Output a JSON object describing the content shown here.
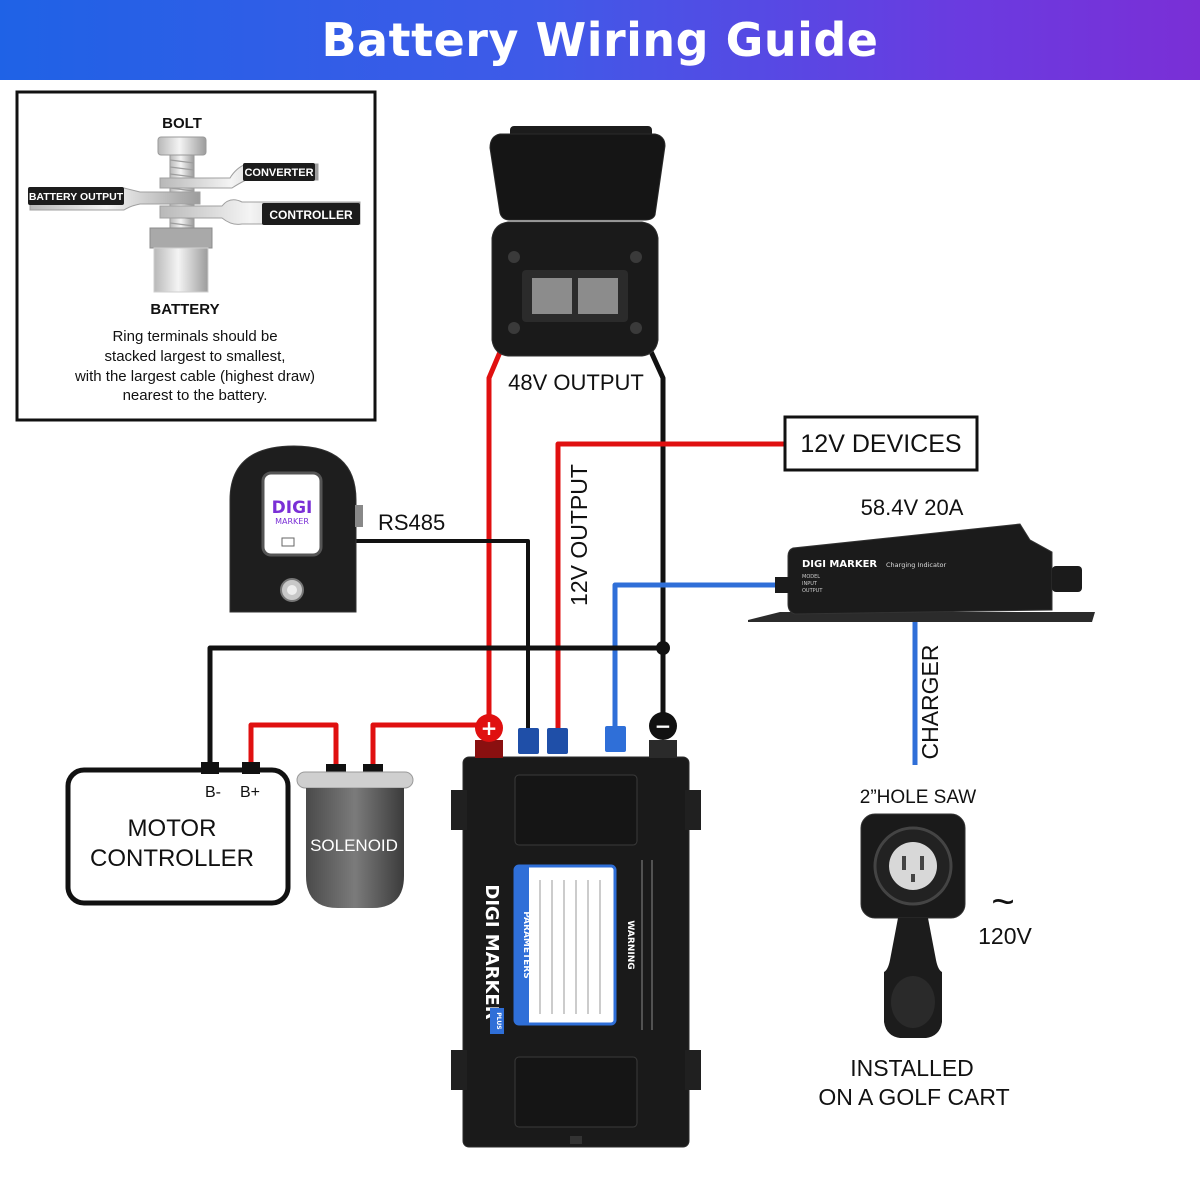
{
  "header": {
    "title": "Battery Wiring Guide"
  },
  "stack_guide": {
    "bolt_label": "BOLT",
    "converter_label": "CONVERTER",
    "battery_output_label": "BATTERY OUTPUT",
    "controller_label": "CONTROLLER",
    "battery_label": "BATTERY",
    "note_lines": [
      "Ring terminals should be",
      "stacked largest to smallest,",
      "with the largest cable (highest draw)",
      "nearest to the battery."
    ]
  },
  "labels": {
    "output_48v": "48V OUTPUT",
    "output_12v": "12V OUTPUT",
    "devices_12v": "12V DEVICES",
    "rs485": "RS485",
    "charger_rating": "58.4V 20A",
    "charger": "CHARGER",
    "hole_saw": "2”HOLE SAW",
    "ac_voltage": "120V",
    "ac_symbol": "~",
    "installed_line1": "INSTALLED",
    "installed_line2": "ON A GOLF CART",
    "motor_controller_line1": "MOTOR",
    "motor_controller_line2": "CONTROLLER",
    "b_minus": "B-",
    "b_plus": "B+",
    "solenoid": "SOLENOID",
    "plus_symbol": "+",
    "minus_symbol": "−"
  },
  "monitor": {
    "brand_line1": "DIGI",
    "brand_line2": "MARKER"
  },
  "charger_device": {
    "brand": "DIGI MARKER",
    "indicator_title": "Charging Indicator",
    "spec_lines": [
      "MODEL",
      "INPUT",
      "OUTPUT"
    ]
  },
  "battery": {
    "brand": "DIGI MARKER",
    "params_title": "PARAMETERS",
    "warning_title": "WARNING",
    "plus_badge": "PLUS"
  },
  "colors": {
    "positive_wire": "#e01010",
    "negative_wire": "#111111",
    "charge_wire": "#2f6fd8",
    "banner_start": "#1f62e6",
    "banner_end": "#7a2fd6",
    "terminal_blue": "#1f4fa8"
  }
}
